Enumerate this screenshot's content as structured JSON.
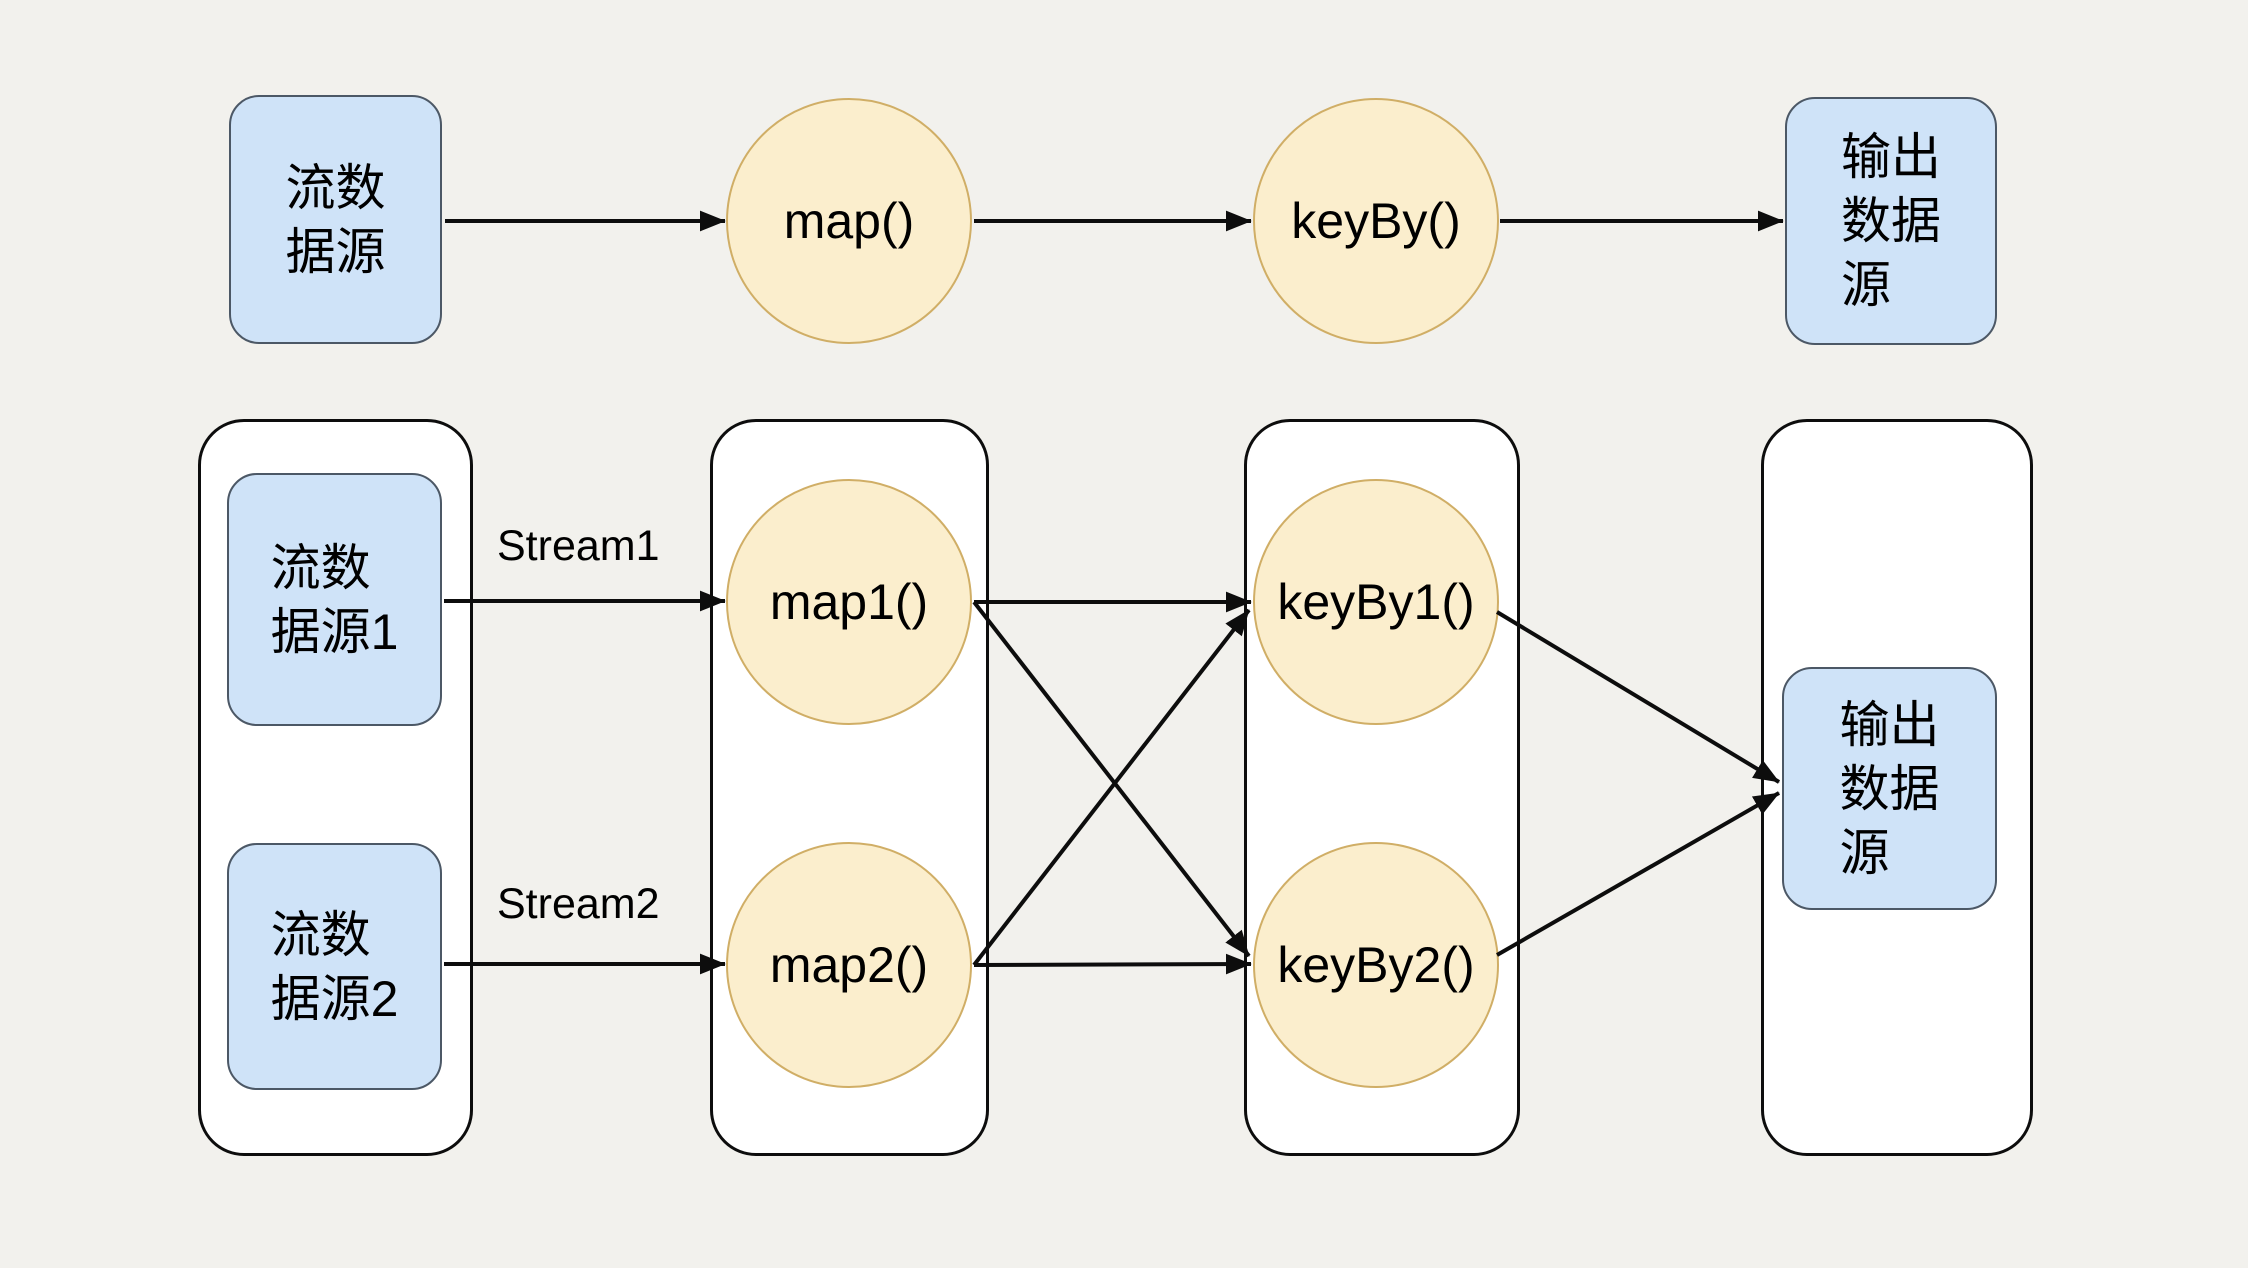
{
  "diagram_title": "stream-dataflow-diagram",
  "colors": {
    "background": "#F2F1ED",
    "node_fill_blue": "#CFE3F8",
    "node_border_blue": "#4C5866",
    "node_fill_yellow": "#FBEECD",
    "node_border_yellow": "#D0AE66",
    "container_fill": "#FFFFFF",
    "container_border": "#0D0D0D",
    "arrow": "#0D0D0D"
  },
  "top_flow": {
    "source_label": "流数\n据源",
    "map_label": "map()",
    "keyby_label": "keyBy()",
    "sink_label": "输出\n数据\n源"
  },
  "parallel_flow": {
    "source1_label": "流数\n据源1",
    "source2_label": "流数\n据源2",
    "stream1_label": "Stream1",
    "stream2_label": "Stream2",
    "map1_label": "map1()",
    "map2_label": "map2()",
    "keyby1_label": "keyBy1()",
    "keyby2_label": "keyBy2()",
    "sink_label": "输出\n数据\n源"
  }
}
